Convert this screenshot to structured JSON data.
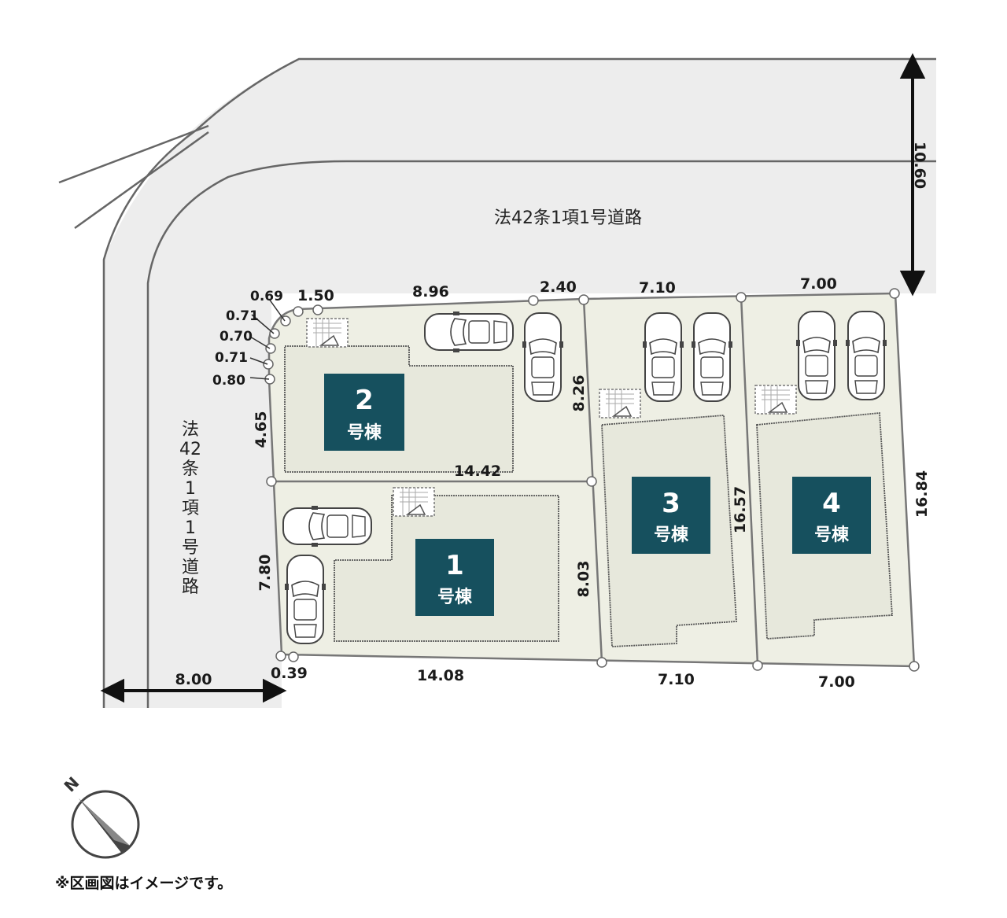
{
  "road_top_label": "法42条1項1号道路",
  "road_left_label_chars": [
    "法",
    "42",
    "条",
    "1",
    "項",
    "1",
    "号",
    "道",
    "路"
  ],
  "road_top_width": "10.60",
  "road_left_width": "8.00",
  "corner_cuts": [
    "0.69",
    "0.71",
    "0.70",
    "0.71",
    "0.80"
  ],
  "dimensions": {
    "d150": "1.50",
    "d896": "8.96",
    "d240": "2.40",
    "d710_top": "7.10",
    "d700_top": "7.00",
    "d826": "8.26",
    "d465": "4.65",
    "d1442": "14.42",
    "d780": "7.80",
    "d803": "8.03",
    "d039": "0.39",
    "d1408": "14.08",
    "d710_bottom": "7.10",
    "d700_bottom": "7.00",
    "d1657": "16.57",
    "d1684": "16.84"
  },
  "houses": [
    {
      "num": "2",
      "label": "号棟"
    },
    {
      "num": "1",
      "label": "号棟"
    },
    {
      "num": "3",
      "label": "号棟"
    },
    {
      "num": "4",
      "label": "号棟"
    }
  ],
  "compass_label": "N",
  "note": "※区画図はイメージです。",
  "colors": {
    "road": "#ececec",
    "lot": "#eff0e6",
    "building": "#e8e9de",
    "house_badge": "#16505e"
  }
}
